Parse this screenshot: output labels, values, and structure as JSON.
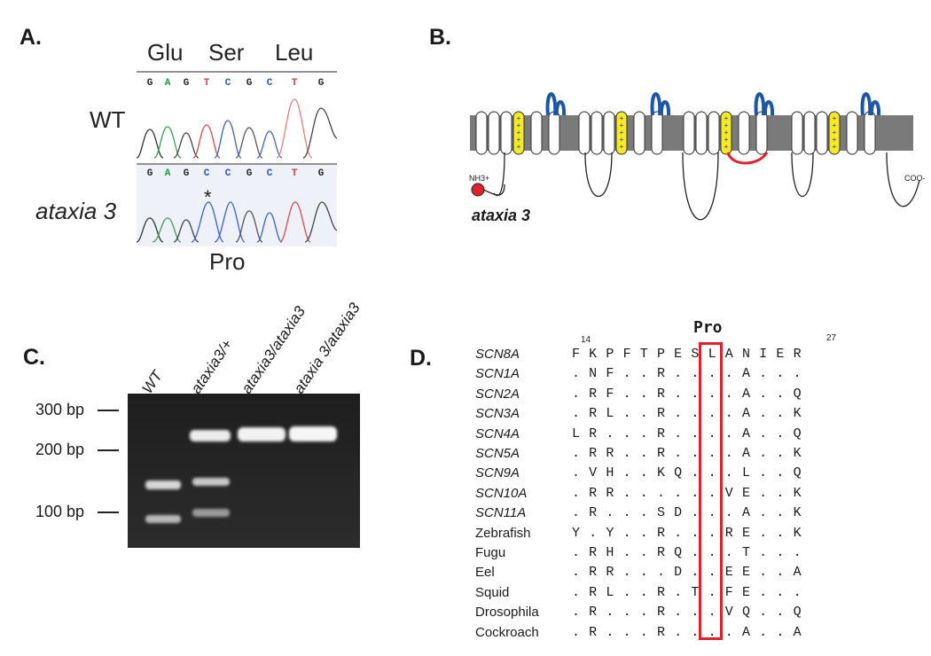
{
  "panelA": {
    "letter": "A.",
    "codons": [
      "Glu",
      "Ser",
      "Leu"
    ],
    "wt_label": "WT",
    "mut_label": "ataxia 3",
    "mutant_codon": "Pro",
    "asterisk": "*",
    "wt_bases": [
      "G",
      "A",
      "G",
      "T",
      "C",
      "G",
      "C",
      "T",
      "G"
    ],
    "mut_bases": [
      "G",
      "A",
      "G",
      "C",
      "C",
      "G",
      "C",
      "T",
      "G"
    ],
    "base_colors": {
      "G": "#222222",
      "A": "#1f9a3a",
      "T": "#e23a3a",
      "C": "#2a52c9"
    }
  },
  "panelB": {
    "letter": "B.",
    "nh3": "NH3+",
    "coo": "COO-",
    "mutation_label": "ataxia 3",
    "voltage_sensor_marks": "+++++"
  },
  "panelC": {
    "letter": "C.",
    "lanes": [
      "WT",
      "ataxia3/+",
      "ataxia3/ataxia3",
      "ataxia 3/ataxia3"
    ],
    "ladder": [
      "300 bp",
      "200 bp",
      "100 bp"
    ]
  },
  "panelD": {
    "letter": "D.",
    "highlight_label": "Pro",
    "start_pos": "14",
    "end_pos": "27",
    "rows": [
      {
        "name": "SCN8A",
        "gene": true,
        "seq": [
          "F",
          "K",
          "P",
          "F",
          "T",
          "P",
          "E",
          "S",
          "L",
          "A",
          "N",
          "I",
          "E",
          "R"
        ]
      },
      {
        "name": "SCN1A",
        "gene": true,
        "seq": [
          ".",
          "N",
          "F",
          ".",
          ".",
          "R",
          ".",
          ".",
          ".",
          ".",
          "A",
          ".",
          ".",
          "."
        ]
      },
      {
        "name": "SCN2A",
        "gene": true,
        "seq": [
          ".",
          "R",
          "F",
          ".",
          ".",
          "R",
          ".",
          ".",
          ".",
          ".",
          "A",
          ".",
          ".",
          "Q"
        ]
      },
      {
        "name": "SCN3A",
        "gene": true,
        "seq": [
          ".",
          "R",
          "L",
          ".",
          ".",
          "R",
          ".",
          ".",
          ".",
          ".",
          "A",
          ".",
          ".",
          "K"
        ]
      },
      {
        "name": "SCN4A",
        "gene": true,
        "seq": [
          "L",
          "R",
          ".",
          ".",
          ".",
          "R",
          ".",
          ".",
          ".",
          ".",
          "A",
          ".",
          ".",
          "Q"
        ]
      },
      {
        "name": "SCN5A",
        "gene": true,
        "seq": [
          ".",
          "R",
          "R",
          ".",
          ".",
          "R",
          ".",
          ".",
          ".",
          ".",
          "A",
          ".",
          ".",
          "K"
        ]
      },
      {
        "name": "SCN9A",
        "gene": true,
        "seq": [
          ".",
          "V",
          "H",
          ".",
          ".",
          "K",
          "Q",
          ".",
          ".",
          ".",
          "L",
          ".",
          ".",
          "Q"
        ]
      },
      {
        "name": "SCN10A",
        "gene": true,
        "seq": [
          ".",
          "R",
          "R",
          ".",
          ".",
          ".",
          ".",
          ".",
          ".",
          "V",
          "E",
          ".",
          ".",
          "K"
        ]
      },
      {
        "name": "SCN11A",
        "gene": true,
        "seq": [
          ".",
          "R",
          ".",
          ".",
          ".",
          "S",
          "D",
          ".",
          ".",
          ".",
          "A",
          ".",
          ".",
          "K"
        ]
      },
      {
        "name": "Zebrafish",
        "gene": false,
        "seq": [
          "Y",
          ".",
          "Y",
          ".",
          ".",
          "R",
          ".",
          ".",
          ".",
          "R",
          "E",
          ".",
          ".",
          "K"
        ]
      },
      {
        "name": "Fugu",
        "gene": false,
        "seq": [
          ".",
          "R",
          "H",
          ".",
          ".",
          "R",
          "Q",
          ".",
          ".",
          ".",
          "T",
          ".",
          ".",
          "."
        ]
      },
      {
        "name": "Eel",
        "gene": false,
        "seq": [
          ".",
          "R",
          "R",
          ".",
          ".",
          ".",
          "D",
          ".",
          ".",
          "E",
          "E",
          ".",
          ".",
          "A"
        ]
      },
      {
        "name": "Squid",
        "gene": false,
        "seq": [
          ".",
          "R",
          "L",
          ".",
          ".",
          "R",
          ".",
          "T",
          ".",
          "F",
          "E",
          ".",
          ".",
          "."
        ]
      },
      {
        "name": "Drosophila",
        "gene": false,
        "seq": [
          ".",
          "R",
          ".",
          ".",
          ".",
          "R",
          ".",
          ".",
          ".",
          "V",
          "Q",
          ".",
          ".",
          "Q"
        ]
      },
      {
        "name": "Cockroach",
        "gene": false,
        "seq": [
          ".",
          "R",
          ".",
          ".",
          ".",
          "R",
          ".",
          ".",
          ".",
          ".",
          "A",
          ".",
          ".",
          "A"
        ]
      }
    ],
    "highlight_color": "#e0202a"
  }
}
